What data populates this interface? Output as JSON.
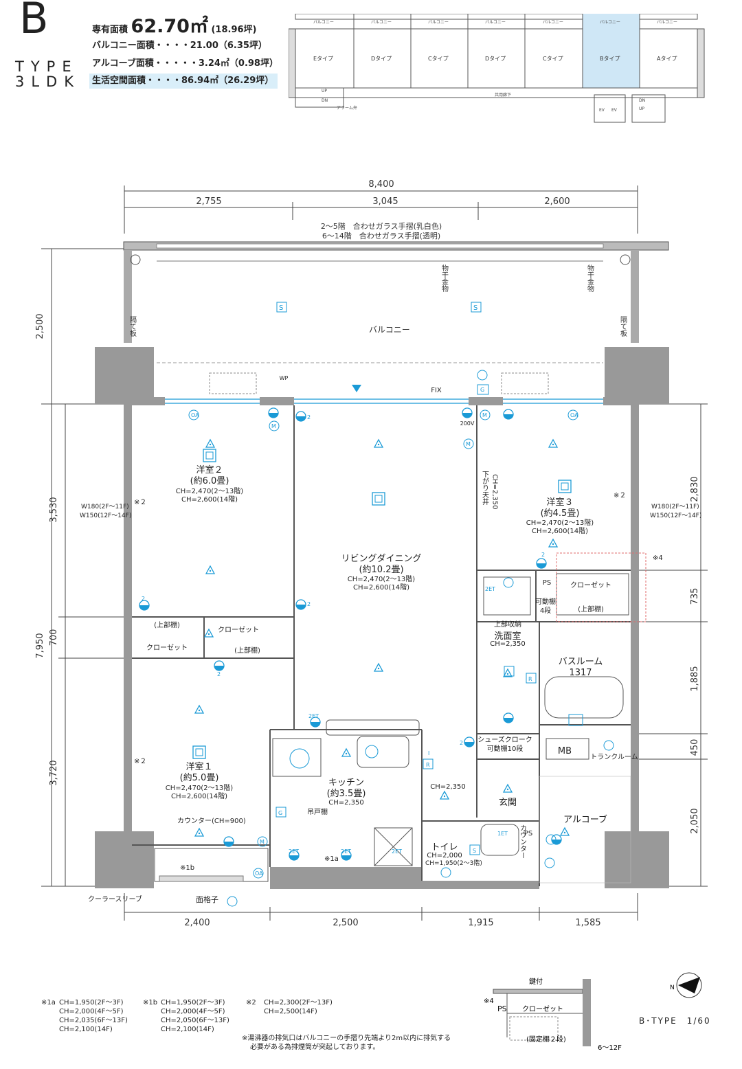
{
  "header": {
    "type_letter": "B",
    "type_word_line1": "TYPE",
    "type_word_line2": "3LDK",
    "exclusive_area_label": "専有面積",
    "exclusive_area_value": "62.70㎡",
    "exclusive_area_tsubo": "(18.96坪)",
    "balcony_area": "バルコニー面積・・・・21.00（6.35坪）",
    "alcove_area": "アルコーブ面積・・・・・3.24㎡（0.98坪）",
    "living_area": "生活空間面積・・・・86.94㎡（26.29坪）"
  },
  "keyplan": {
    "balcony": "バルコニー",
    "units": [
      "Eタイプ",
      "Dタイプ",
      "Cタイプ",
      "Dタイプ",
      "Cタイプ",
      "Bタイプ",
      "Aタイプ"
    ],
    "corridor": "共用廊下",
    "alarm": "アラーム弁",
    "ev": "EV",
    "up": "UP",
    "dn": "DN",
    "highlight_color": "#cfe7f6"
  },
  "dimensions": {
    "top_total": "8,400",
    "top_left": "2,755",
    "top_mid": "3,045",
    "top_right": "2,600",
    "left_balcony": "2,500",
    "left_total": "7,950",
    "left_1": "3,530",
    "left_2": "700",
    "left_3": "3,720",
    "right_1": "2,830",
    "right_2": "735",
    "right_3": "1,885",
    "right_4": "450",
    "right_5": "2,050",
    "bottom_1": "2,400",
    "bottom_2": "2,500",
    "bottom_3": "1,915",
    "bottom_4": "1,585"
  },
  "notes_top": {
    "glass_1": "2〜5階　合わせガラス手摺(乳白色)",
    "glass_2": "6〜14階　合わせガラス手摺(透明)"
  },
  "rooms": {
    "balcony": "バルコニー",
    "partition": "隔て板",
    "drying": "物干金物",
    "fix": "FIX",
    "wp": "WP",
    "western2_name": "洋室２",
    "western2_size": "(約6.0畳)",
    "western2_ch1": "CH=2,470(2〜13階)",
    "western2_ch2": "CH=2,600(14階)",
    "living_name": "リビングダイニング",
    "living_size": "(約10.2畳)",
    "living_ch1": "CH=2,470(2〜13階)",
    "living_ch2": "CH=2,600(14階)",
    "western3_name": "洋室３",
    "western3_size": "(約4.5畳)",
    "western3_ch1": "CH=2,470(2〜13階)",
    "western3_ch2": "CH=2,600(14階)",
    "western1_name": "洋室１",
    "western1_size": "(約5.0畳)",
    "western1_ch1": "CH=2,470(2〜13階)",
    "western1_ch2": "CH=2,600(14階)",
    "kitchen_name": "キッチン",
    "kitchen_size": "(約3.5畳)",
    "kitchen_ch": "CH=2,350",
    "hanging": "吊戸棚",
    "closet": "クローゼット",
    "upper_shelf": "(上部棚)",
    "upper_shelf2": "(上部棚)",
    "drop_ceiling": "下がり天井",
    "drop_ch": "CH=2,350",
    "ps": "PS",
    "movable_shelf": "可動棚",
    "four_tier": "4段",
    "upper_storage": "上部収納",
    "washroom": "洗面室",
    "washroom_ch": "CH=2,350",
    "bathroom": "バスルーム",
    "bath_size": "1317",
    "mb": "MB",
    "trunk": "トランクルーム",
    "shoe_closet": "シューズクローク",
    "shoe_shelf": "可動棚10段",
    "entrance": "玄関",
    "alcove": "アルコーブ",
    "toilet": "トイレ",
    "toilet_ch1": "CH=2,000",
    "toilet_ch2": "CH=1,950(2〜3階)",
    "counter": "カウンター",
    "counter_ch": "カウンター(CH=900)",
    "hall_ch": "CH=2,350",
    "w180_1": "W180(2F〜11F)",
    "w150_1": "W150(12F〜14F)",
    "note2": "※２",
    "note4": "※4",
    "note1a": "※1a",
    "note1b": "※1b",
    "cooler_sleeve": "クーラースリーブ",
    "lattice": "面格子",
    "v200": "200V"
  },
  "footer": {
    "n1a_title": "※1a",
    "n1a_lines": [
      "CH=1,950(2F〜3F)",
      "CH=2,000(4F〜5F)",
      "CH=2,035(6F〜13F)",
      "CH=2,100(14F)"
    ],
    "n1b_title": "※1b",
    "n1b_lines": [
      "CH=1,950(2F〜3F)",
      "CH=2,000(4F〜5F)",
      "CH=2,050(6F〜13F)",
      "CH=2,100(14F)"
    ],
    "n2_title": "※2",
    "n2_lines": [
      "CH=2,300(2F〜13F)",
      "CH=2,500(14F)"
    ],
    "exhaust_1": "※湯沸器の排気口はバルコニーの手摺り先端より2m以内に排気する",
    "exhaust_2": "必要がある為排煙筒が突起しております。",
    "inset_note": "※4",
    "inset_lock": "鍵付",
    "inset_ps": "PS",
    "inset_closet": "クローゼット",
    "inset_shelf": "(固定棚２段)",
    "inset_floor": "6〜12F",
    "type_scale": "B･TYPE　1/60",
    "north": "N"
  }
}
